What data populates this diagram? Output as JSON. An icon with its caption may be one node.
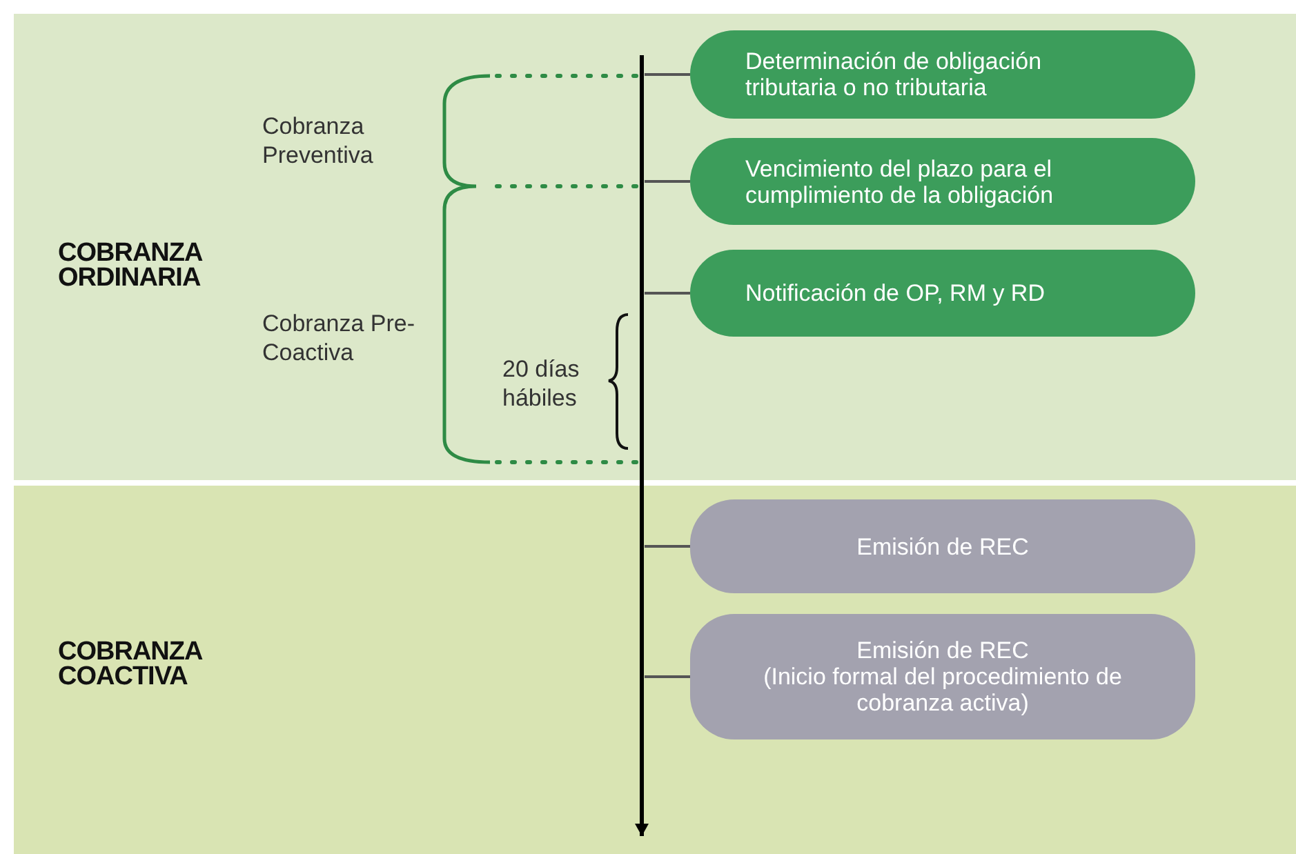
{
  "diagram": {
    "nodes": [
      {
        "text": [
          "COBRANZA ORDINARIA"
        ]
      },
      {
        "text": [
          "Determinación de obligación tributaria o no tributaria"
        ],
        "in": 0
      },
      {
        "text": [
          "Vencimiento del plazo para el cumplimiento de la obligación"
        ],
        "in": 0
      },
      {
        "text": [
          "Notificación de OP, RM y RD"
        ],
        "in": 0
      },
      {
        "text": [
          "COBRANZA COACTIVA"
        ]
      },
      {
        "text": [
          "Emisión de REC"
        ],
        "in": 4
      },
      {
        "text": [
          "Emisión de REC",
          "(Inicio formal del procedimiento de cobranza activa)"
        ],
        "in": 4
      }
    ],
    "edges": [
      {
        "from": null,
        "to": 1,
        "arrow": "none"
      },
      {
        "from": null,
        "to": 2,
        "arrow": "none"
      },
      {
        "from": null,
        "to": 3,
        "arrow": "none"
      },
      {
        "from": null,
        "to": 5,
        "arrow": "none"
      },
      {
        "from": null,
        "to": 6,
        "arrow": "none"
      }
    ],
    "labels": [
      "Cobranza Preventiva",
      "Cobranza Pre-Coactiva",
      "20 días hábiles"
    ]
  }
}
